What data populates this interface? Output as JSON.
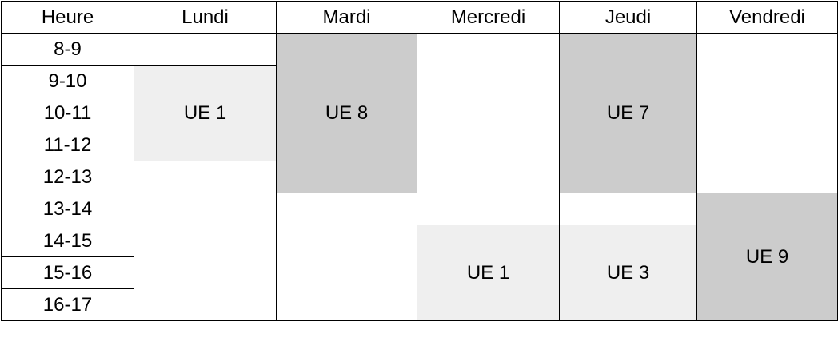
{
  "header": {
    "hour": "Heure",
    "days": [
      "Lundi",
      "Mardi",
      "Mercredi",
      "Jeudi",
      "Vendredi"
    ]
  },
  "hours": [
    "8-9",
    "9-10",
    "10-11",
    "11-12",
    "12-13",
    "13-14",
    "14-15",
    "15-16",
    "16-17"
  ],
  "courses": {
    "lundi_ue1": "UE 1",
    "mardi_ue8": "UE 8",
    "jeudi_ue7": "UE 7",
    "vendredi_ue9": "UE 9",
    "mercredi_ue1": "UE 1",
    "jeudi_ue3": "UE 3"
  },
  "colors": {
    "light_block": "#efefef",
    "dark_block": "#cccccc",
    "border": "#000000"
  }
}
